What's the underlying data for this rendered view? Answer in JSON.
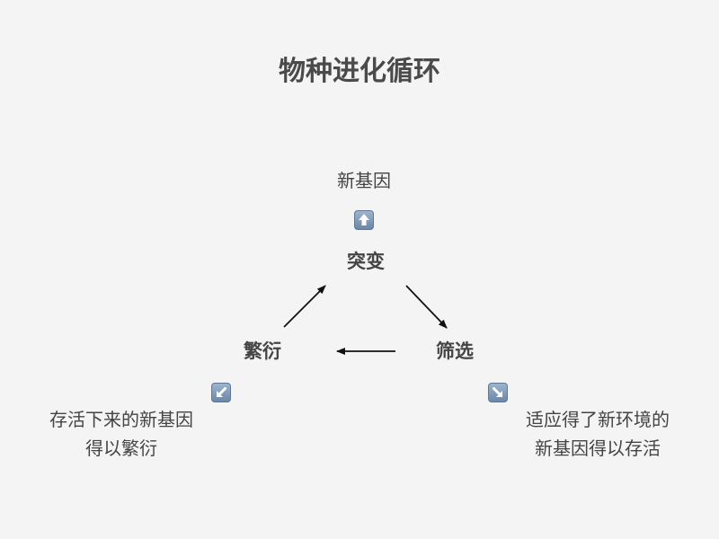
{
  "title": "物种进化循环",
  "nodes": {
    "top": "突变",
    "right": "筛选",
    "left": "繁衍"
  },
  "notes": {
    "top": "新基因",
    "left_line1": "存活下来的新基因",
    "left_line2": "得以繁衍",
    "right_line1": "适应得了新环境的",
    "right_line2": "新基因得以存活"
  },
  "icons": {
    "top": "up-arrow-icon",
    "left": "down-left-arrow-icon",
    "right": "down-right-arrow-icon"
  },
  "colors": {
    "background": "#f4f4f4",
    "text": "#444444",
    "arrow": "#111111",
    "icon": "#6b86a8"
  }
}
